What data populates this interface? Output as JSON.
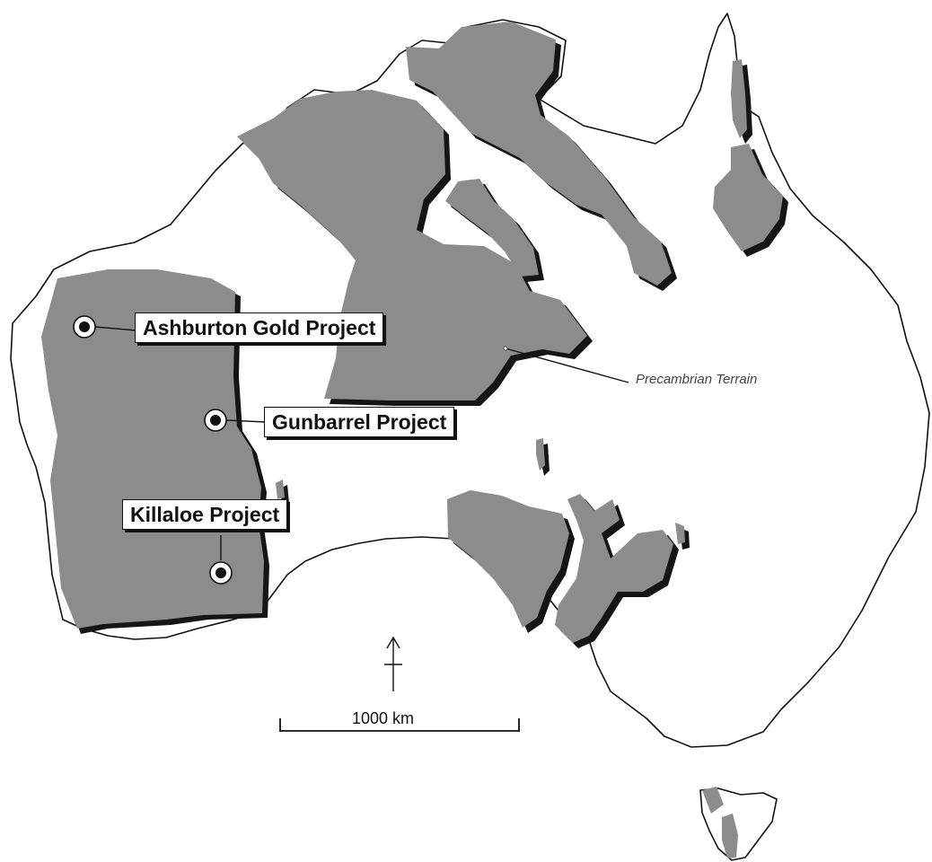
{
  "map": {
    "sites": [
      {
        "id": "ashburton",
        "label": "Ashburton Gold Project"
      },
      {
        "id": "gunbarrel",
        "label": "Gunbarrel Project"
      },
      {
        "id": "killaloe",
        "label": "Killaloe Project"
      }
    ],
    "terrain_label": "Precambrian Terrain",
    "scale_label": "1000 km",
    "north_icon": "north-arrow-icon",
    "colors": {
      "terrain": "#8c8c8c",
      "outline": "#111111",
      "background": "#ffffff"
    }
  }
}
